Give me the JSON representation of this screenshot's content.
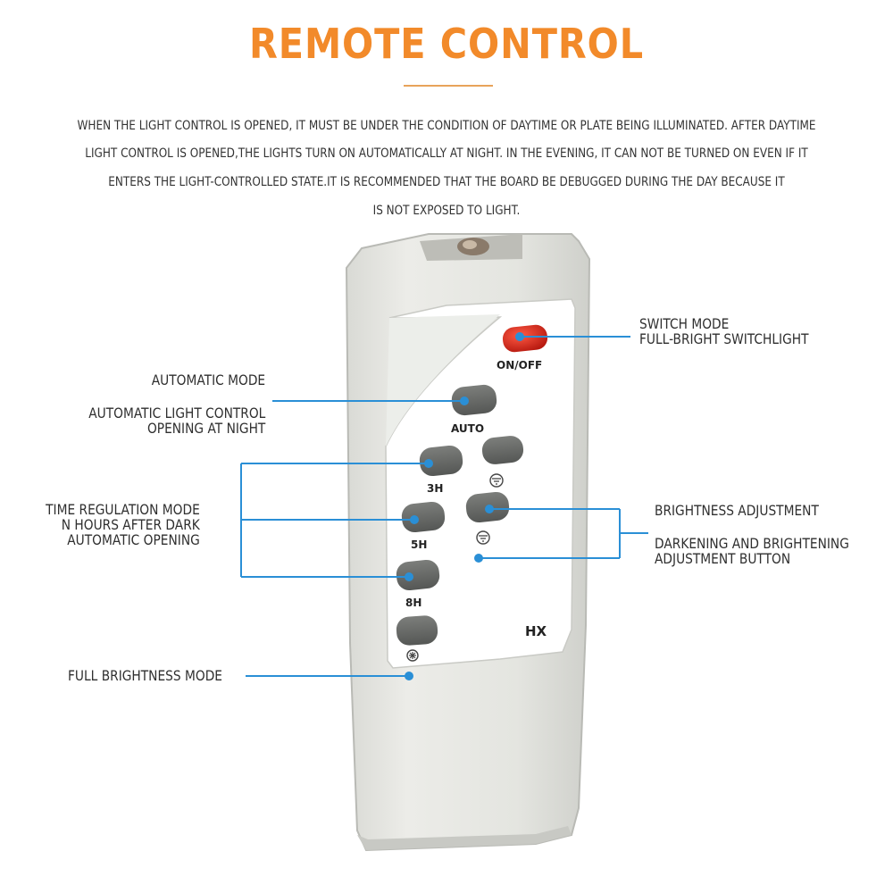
{
  "title": "REMOTE CONTROL",
  "description": [
    "WHEN THE LIGHT CONTROL IS OPENED, IT MUST BE UNDER THE CONDITION OF DAYTIME OR PLATE BEING ILLUMINATED. AFTER DAYTIME",
    "LIGHT CONTROL IS OPENED,THE LIGHTS TURN ON AUTOMATICALLY AT NIGHT. IN THE EVENING, IT CAN NOT BE TURNED ON EVEN IF IT",
    "ENTERS THE LIGHT-CONTROLLED STATE.IT IS RECOMMENDED THAT THE BOARD BE DEBUGGED DURING THE DAY BECAUSE IT",
    "IS NOT EXPOSED TO LIGHT."
  ],
  "callouts": {
    "switch_mode": {
      "line1": "SWITCH MODE",
      "line2": "FULL-BRIGHT SWITCHLIGHT"
    },
    "automatic_mode": {
      "title": "AUTOMATIC MODE",
      "line1": "AUTOMATIC LIGHT CONTROL",
      "line2": "OPENING AT NIGHT"
    },
    "time_regulation": {
      "line1": "TIME REGULATION MODE",
      "line2": "N HOURS AFTER DARK",
      "line3": "AUTOMATIC OPENING"
    },
    "brightness": {
      "title": "BRIGHTNESS ADJUSTMENT",
      "line1": "DARKENING AND BRIGHTENING",
      "line2": "ADJUSTMENT BUTTON"
    },
    "full_brightness": {
      "title": "FULL BRIGHTNESS MODE"
    }
  },
  "remote": {
    "onoff": "ON/OFF",
    "auto": "AUTO",
    "h3": "3H",
    "h5": "5H",
    "h8": "8H",
    "brand": "HX"
  },
  "colors": {
    "title": "#f28a2a",
    "callout_line": "#2a8fd6",
    "power_button": "#d92b1c",
    "gray_button": "#6c6e6c",
    "remote_body": "#e6e7e2"
  }
}
